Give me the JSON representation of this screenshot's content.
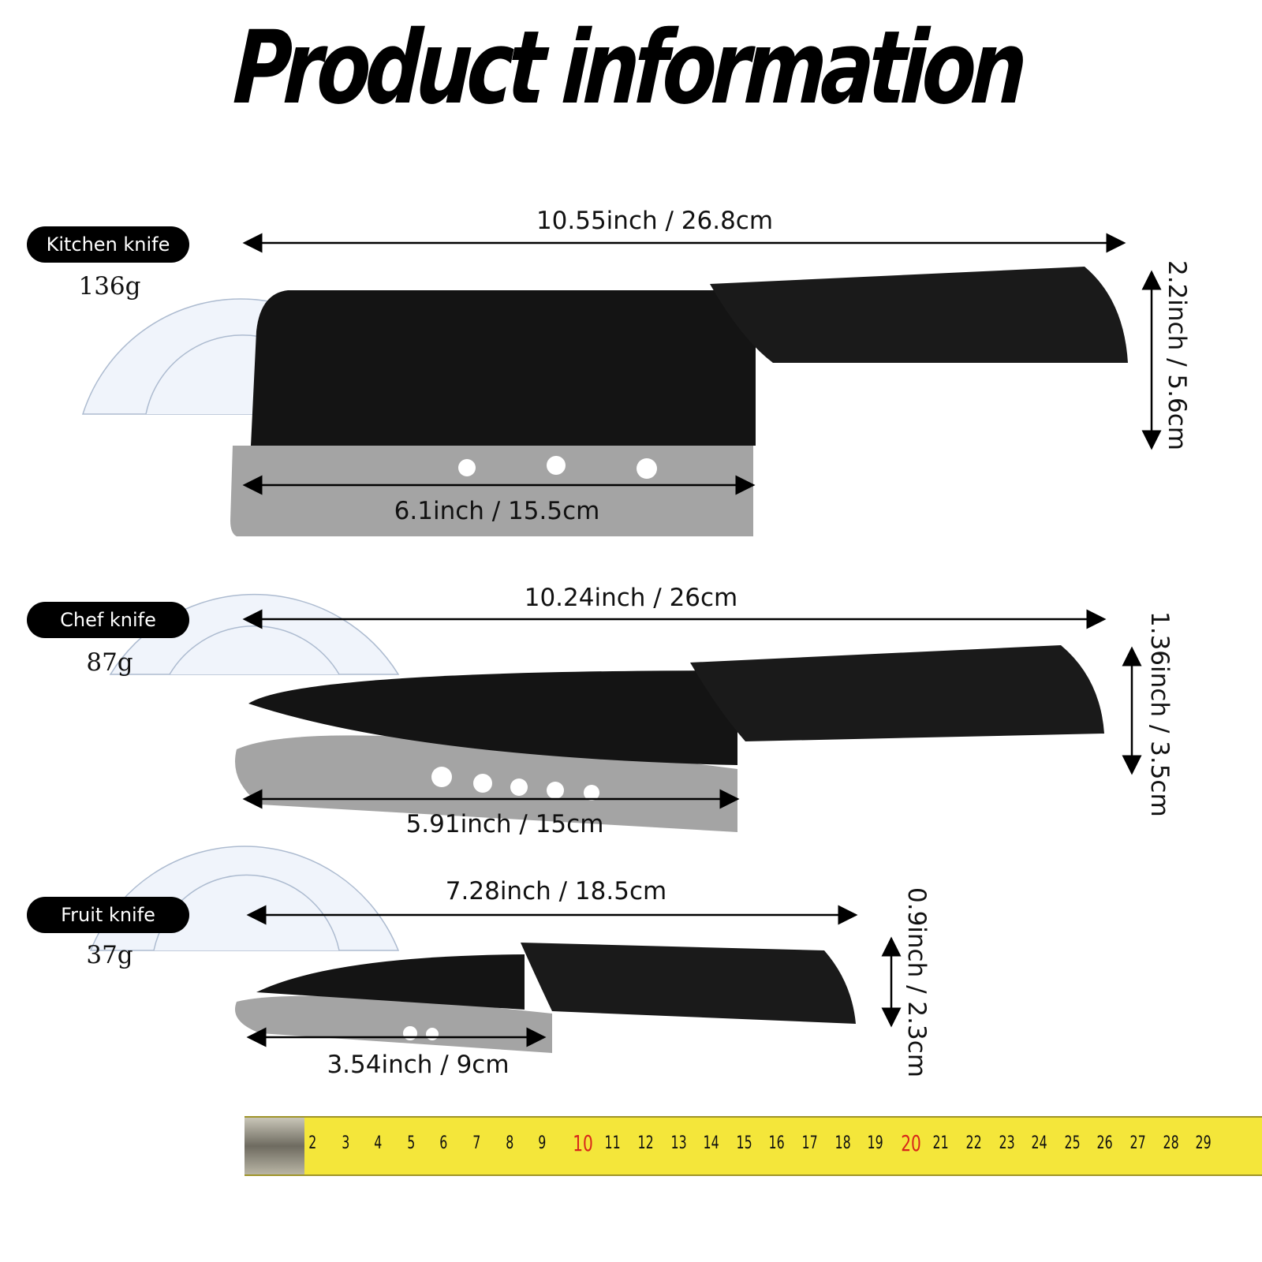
{
  "title": "Product information",
  "knives": [
    {
      "name": "Kitchen knife",
      "weight": "136g",
      "total_length": "10.55inch / 26.8cm",
      "blade_length": "6.1inch / 15.5cm",
      "width": "2.2inch / 5.6cm"
    },
    {
      "name": "Chef knife",
      "weight": "87g",
      "total_length": "10.24inch / 26cm",
      "blade_length": "5.91inch / 15cm",
      "width": "1.36inch / 3.5cm"
    },
    {
      "name": "Fruit knife",
      "weight": "37g",
      "total_length": "7.28inch / 18.5cm",
      "blade_length": "3.54inch / 9cm",
      "width": "0.9inch / 2.3cm"
    }
  ],
  "tape_numbers": [
    "2",
    "3",
    "4",
    "5",
    "6",
    "7",
    "8",
    "9",
    "10",
    "11",
    "12",
    "13",
    "14",
    "15",
    "16",
    "17",
    "18",
    "19",
    "20",
    "21",
    "22",
    "23",
    "24",
    "25",
    "26",
    "27",
    "28",
    "29"
  ],
  "colors": {
    "blade": "#111111",
    "sheath": "#9a9a9a",
    "tape": "#f4e63a",
    "tape_red": "#d8261a"
  }
}
